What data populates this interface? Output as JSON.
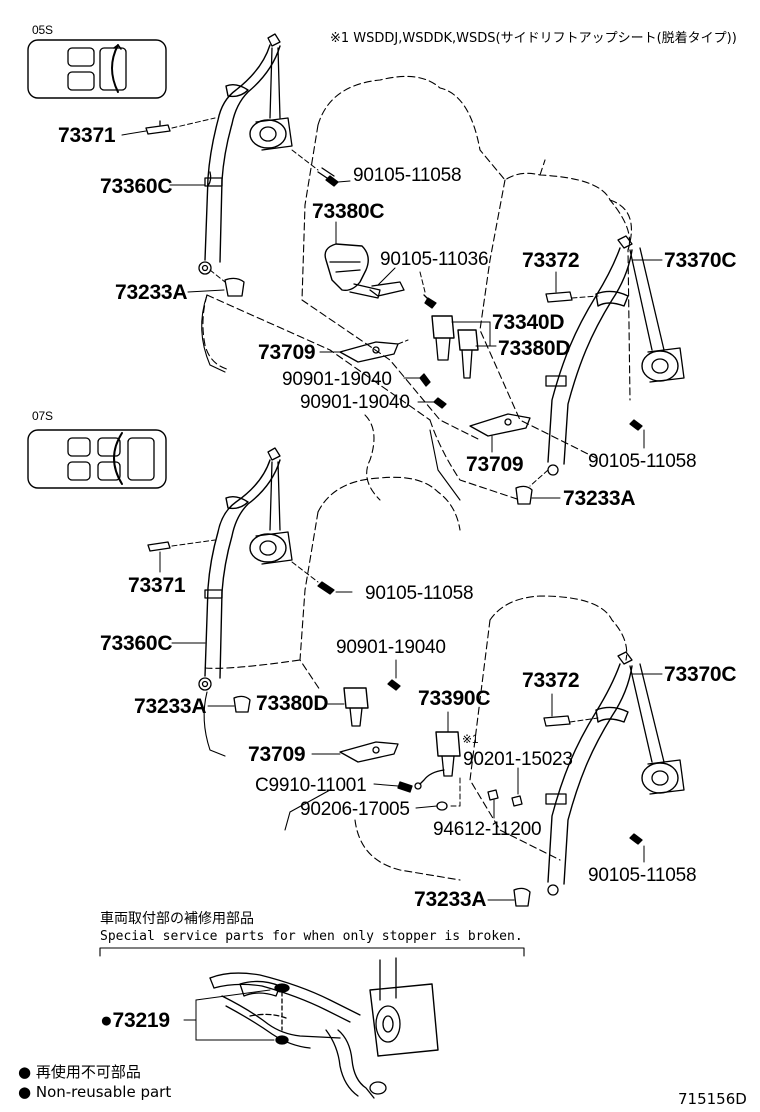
{
  "header_note": "※1 WSDDJ,WSDDK,WSDS(サイドリフトアップシート(脱着タイプ))",
  "sections": {
    "top": {
      "vehicle_code": "05S",
      "labels": {
        "p73371": "73371",
        "p73360C": "73360C",
        "p73233A_left": "73233A",
        "p90105_11058_a": "90105-11058",
        "p73380C": "73380C",
        "p90105_11036": "90105-11036",
        "p73372": "73372",
        "p73370C": "73370C",
        "p73340D": "73340D",
        "p73380D": "73380D",
        "p73709_left": "73709",
        "p90901_19040_a": "90901-19040",
        "p90901_19040_b": "90901-19040",
        "p73709_right": "73709",
        "p90105_11058_b": "90105-11058",
        "p73233A_right": "73233A"
      }
    },
    "bottom": {
      "vehicle_code": "07S",
      "labels": {
        "p73371": "73371",
        "p90105_11058_a": "90105-11058",
        "p73360C": "73360C",
        "p90901_19040": "90901-19040",
        "p73372": "73372",
        "p73370C": "73370C",
        "p73233A_left": "73233A",
        "p73380D": "73380D",
        "p73390C": "73390C",
        "note_mark": "※1",
        "p90201_15023": "90201-15023",
        "p73709": "73709",
        "pC9910_11001": "C9910-11001",
        "p90206_17005": "90206-17005",
        "p94612_11200": "94612-11200",
        "p90105_11058_b": "90105-11058",
        "p73233A_right": "73233A"
      }
    }
  },
  "special_parts": {
    "title_jp": "車両取付部の補修用部品",
    "title_en": "Special service parts for when only stopper is broken.",
    "part": "●73219"
  },
  "legend": {
    "jp": "● 再使用不可部品",
    "en": "● Non-reusable part"
  },
  "drawing_number": "715156D"
}
